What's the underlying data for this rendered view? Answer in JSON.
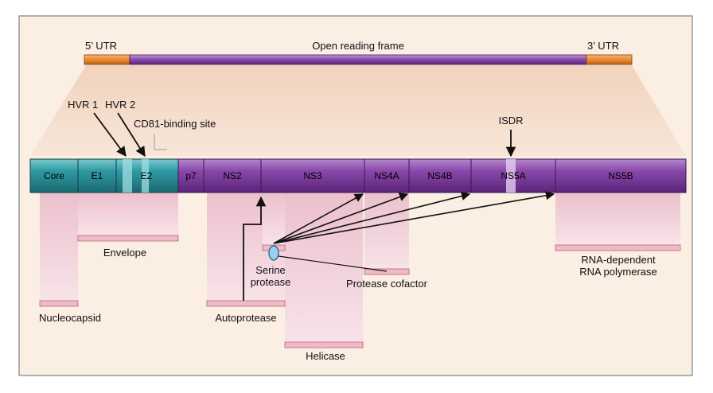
{
  "utr5": "5’ UTR",
  "orf": "Open reading frame",
  "utr3": "3’ UTR",
  "segments": {
    "core": "Core",
    "e1": "E1",
    "e2": "E2",
    "p7": "p7",
    "ns2": "NS2",
    "ns3": "NS3",
    "ns4a": "NS4A",
    "ns4b": "NS4B",
    "ns5a": "NS5A",
    "ns5b": "NS5B"
  },
  "annotations": {
    "hvr1": "HVR 1",
    "hvr2": "HVR 2",
    "cd81": "CD81-binding site",
    "isdr": "ISDR"
  },
  "functions": {
    "nucleocapsid": "Nucleocapsid",
    "envelope": "Envelope",
    "autoprotease": "Autoprotease",
    "helicase": "Helicase",
    "serine_line1": "Serine",
    "serine_line2": "protease",
    "protease_cofactor": "Protease cofactor",
    "rdrp_line1": "RNA-dependent",
    "rdrp_line2": "RNA polymerase"
  },
  "colors": {
    "background": "#fbeee3",
    "structural": "#2c8f98",
    "nonstructural": "#7b3a9c",
    "utr": "#e98a2e",
    "pink_bar": "#f0b9c8"
  }
}
